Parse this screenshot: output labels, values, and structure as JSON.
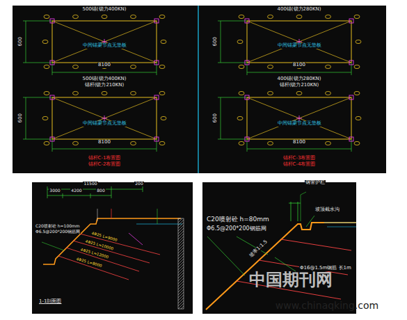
{
  "diagram": {
    "labels": [
      "500锚(锁力400KN)",
      "中间锚梁节点无垫板",
      "8100",
      "600",
      "500锚(锁力400KN)",
      "锚杆(锁力210KN)",
      "中间锚梁节点无垫板",
      "8100",
      "600",
      "400锚(锁力280KN)",
      "中间锚梁节点无垫板",
      "8100",
      "600",
      "400锚(锁力280KN)",
      "锚杆(锁力210KN)",
      "中间锚梁节点无垫板",
      "8100",
      "600",
      "锚杆C-1布置图",
      "锚杆C-2布置图",
      "锚杆C-3布置图",
      "锚杆C-4布置图",
      "11500",
      "200",
      "3000",
      "4200",
      "800",
      "C20喷射砼 h=100mm",
      "Φ6.5@200*200钢筋网",
      "4Φ25 L=9000",
      "4Φ25 L=10000",
      "4Φ25 L=12000",
      "4Φ25 L=8000",
      "1-1剖面图",
      "钢管护栏",
      "坡顶截水沟",
      "C20喷射砼 h=80mm",
      "Φ6.5@200*200钢筋网",
      "坡率1:1.5",
      "Φ16@1.5m钢筋 长1m",
      "中国期刊网",
      "www.chinaqking.com"
    ]
  }
}
